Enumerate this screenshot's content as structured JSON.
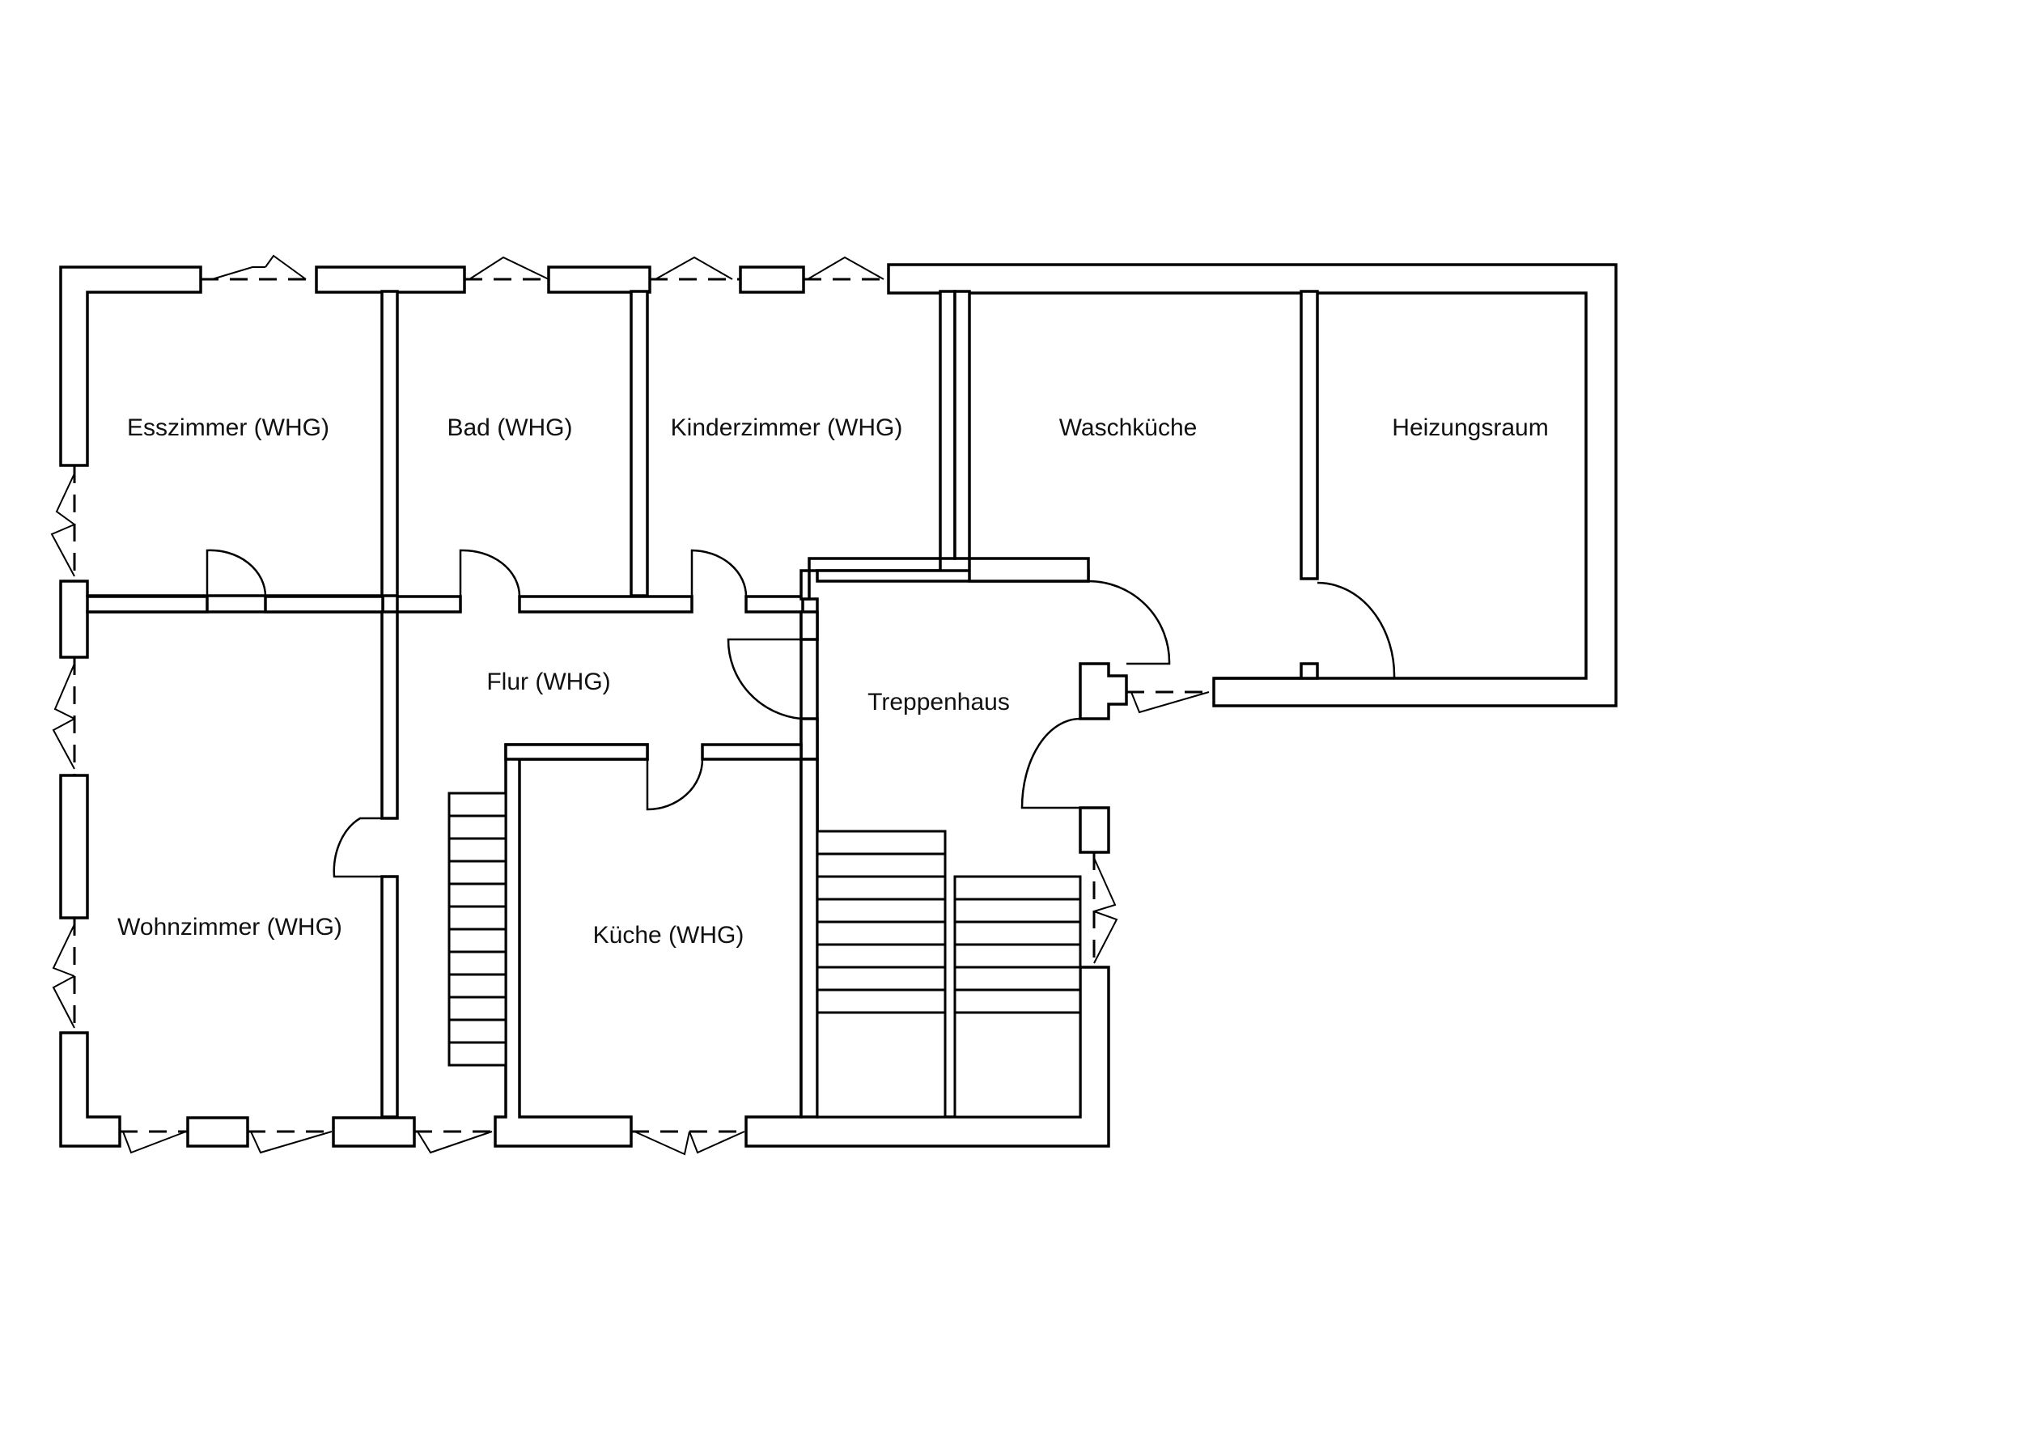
{
  "rooms": {
    "esszimmer": "Esszimmer (WHG)",
    "bad": "Bad (WHG)",
    "kinderzimmer": "Kinderzimmer (WHG)",
    "waschkueche": "Waschküche",
    "heizungsraum": "Heizungsraum",
    "flur": "Flur (WHG)",
    "treppenhaus": "Treppenhaus",
    "wohnzimmer": "Wohnzimmer (WHG)",
    "kueche": "Küche (WHG)"
  }
}
